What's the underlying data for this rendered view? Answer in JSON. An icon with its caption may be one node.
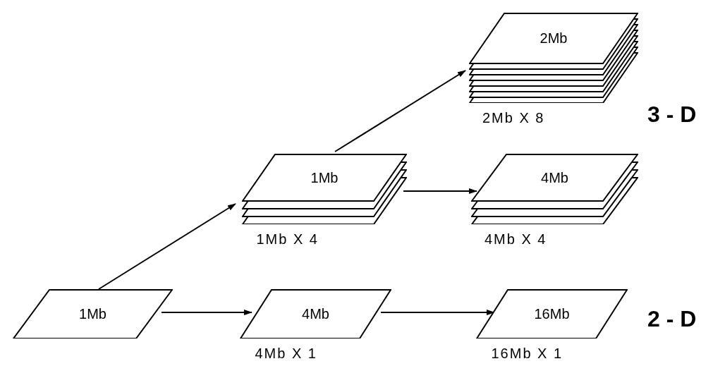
{
  "diagram": {
    "nodes": [
      {
        "text": [
          "2Mb"
        ],
        "beside": [
          "2Mb X 8"
        ]
      },
      {
        "text": [
          "1Mb"
        ],
        "beside": [
          "1Mb X 4"
        ]
      },
      {
        "text": [
          "4Mb"
        ],
        "beside": [
          "4Mb X 4"
        ]
      },
      {
        "text": [
          "1Mb"
        ]
      },
      {
        "text": [
          "4Mb"
        ],
        "beside": [
          "4Mb X 1"
        ]
      },
      {
        "text": [
          "16Mb"
        ],
        "beside": [
          "16Mb X 1"
        ]
      }
    ],
    "edges": [
      {
        "from": 3,
        "to": 1,
        "arrow": "to"
      },
      {
        "from": 1,
        "to": 0,
        "arrow": "to"
      },
      {
        "from": 1,
        "to": 2,
        "arrow": "to"
      },
      {
        "from": 3,
        "to": 4,
        "arrow": "to"
      },
      {
        "from": 4,
        "to": 5,
        "arrow": "to"
      }
    ],
    "labels": [
      "3 - D",
      "2 - D"
    ]
  }
}
